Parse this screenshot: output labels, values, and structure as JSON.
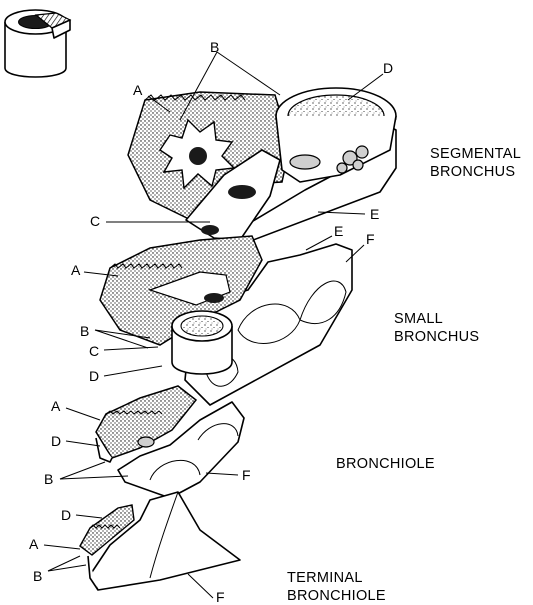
{
  "diagram": {
    "section_titles": {
      "segmental": [
        "SEGMENTAL",
        "BRONCHUS"
      ],
      "small": [
        "SMALL",
        "BRONCHUS"
      ],
      "bronchiole": [
        "BRONCHIOLE"
      ],
      "terminal": [
        "TERMINAL",
        "BRONCHIOLE"
      ]
    },
    "labels": {
      "a1": "A",
      "b1": "B",
      "c1": "C",
      "d1": "D",
      "e1": "E",
      "a2": "A",
      "b2": "B",
      "c2": "C",
      "d2": "D",
      "e2": "E",
      "f2": "F",
      "a3": "A",
      "d3": "D",
      "b3": "B",
      "f3": "F",
      "d4": "D",
      "a4": "A",
      "b4": "B",
      "f4": "F"
    }
  }
}
